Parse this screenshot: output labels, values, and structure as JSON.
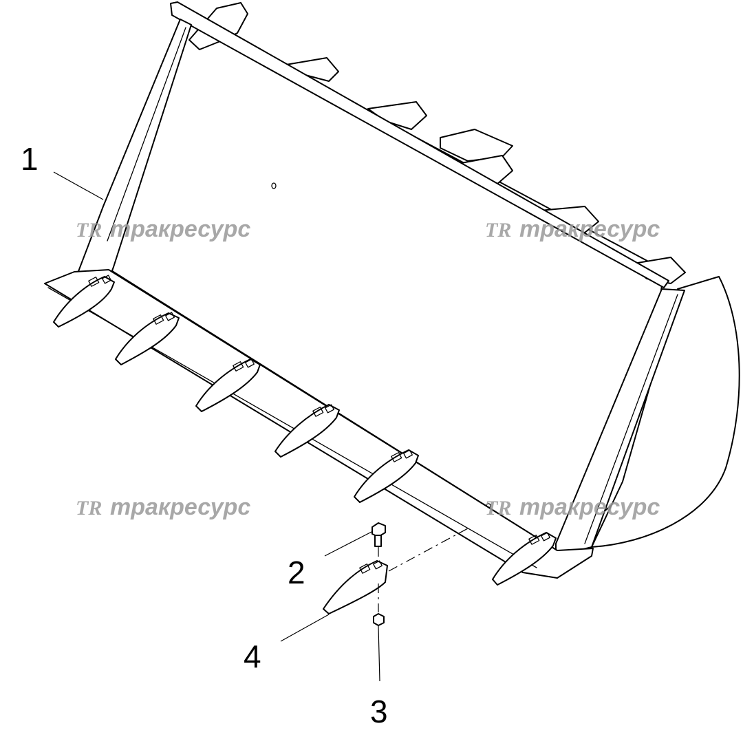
{
  "callouts": [
    {
      "label": "1"
    },
    {
      "label": "2"
    },
    {
      "label": "3"
    },
    {
      "label": "4"
    }
  ],
  "watermark": {
    "logo": "TR",
    "text": "тракресурс"
  }
}
